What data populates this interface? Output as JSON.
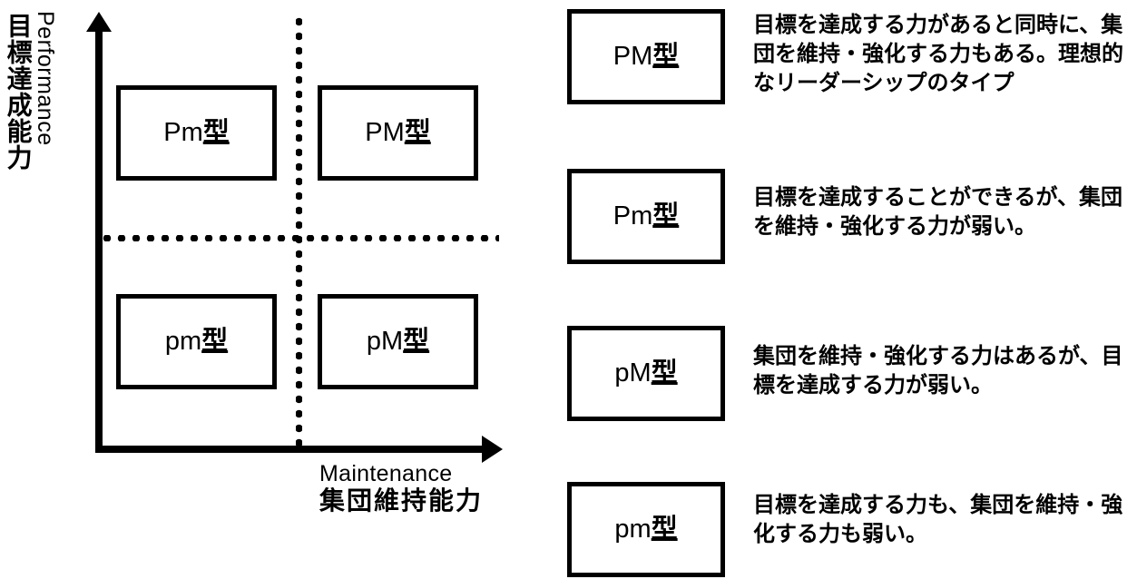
{
  "diagram": {
    "title_implicit": "PM theory leadership matrix",
    "axes": {
      "y": {
        "label_en": "Performance",
        "label_ja": "目標達成能力",
        "arrow": "up-arrow-icon"
      },
      "x": {
        "label_en": "Maintenance",
        "label_ja": "集団維持能力",
        "arrow": "right-arrow-icon"
      }
    },
    "quadrants": [
      {
        "id": "upper-left",
        "prefix": "Pm",
        "suffix": "型"
      },
      {
        "id": "upper-right",
        "prefix": "PM",
        "suffix": "型"
      },
      {
        "id": "lower-left",
        "prefix": "pm",
        "suffix": "型"
      },
      {
        "id": "lower-right",
        "prefix": "pM",
        "suffix": "型"
      }
    ]
  },
  "legend": {
    "rows": [
      {
        "prefix": "PM",
        "suffix": "型",
        "description": "目標を達成する力があると同時に、集団を維持・強化する力もある。理想的なリーダーシップのタイプ"
      },
      {
        "prefix": "Pm",
        "suffix": "型",
        "description": "目標を達成することができるが、集団を維持・強化する力が弱い。"
      },
      {
        "prefix": "pM",
        "suffix": "型",
        "description": "集団を維持・強化する力はあるが、目標を達成する力が弱い。"
      },
      {
        "prefix": "pm",
        "suffix": "型",
        "description": "目標を達成する力も、集団を維持・強化する力も弱い。"
      }
    ]
  },
  "colors": {
    "ink": "#000000",
    "background": "#ffffff"
  }
}
